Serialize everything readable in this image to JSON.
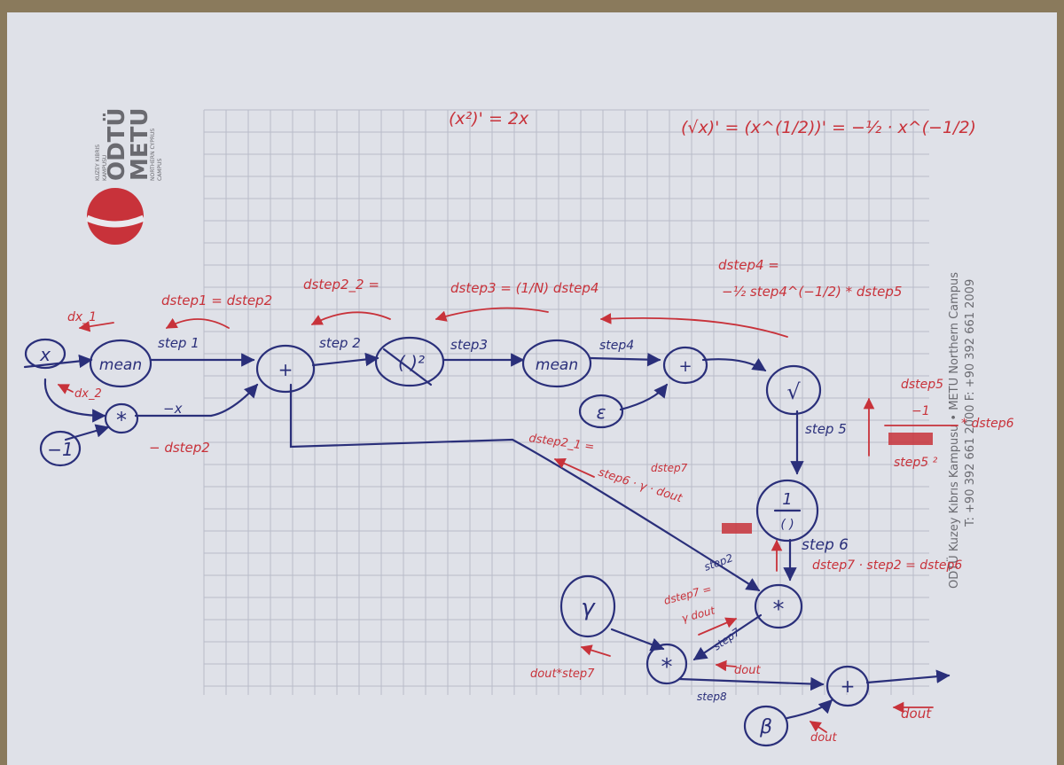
{
  "logo": {
    "odtu": "ODTÜ",
    "metu": "METU",
    "small_tr_1": "KUZEY KIBRIS",
    "small_tr_2": "KAMPUSU",
    "small_en_1": "NORTHERN CYPRUS",
    "small_en_2": "CAMPUS"
  },
  "footer_print": {
    "line1": "ODTÜ Kuzey Kıbrıs Kampusu • METU Northern Campus",
    "line2": "T: +90 392 661 2000  F: +90 392 661 2009"
  },
  "nodes": {
    "x": "x",
    "mean1": "mean",
    "neg1": "−1",
    "mult1": "*",
    "plus1": "+",
    "square": "( )²",
    "mean2": "mean",
    "eps": "ε",
    "plus2": "+",
    "sqrt": "√",
    "inv_num": "1",
    "inv_den": "( )",
    "gamma": "γ",
    "mult2": "*",
    "mult3": "*",
    "beta": "β",
    "plus3": "+"
  },
  "edge_labels": {
    "step1": "step 1",
    "step2": "step 2",
    "step3": "step3",
    "step4": "step4",
    "step5": "step 5",
    "step6": "step 6",
    "step7": "step7",
    "step8": "step8",
    "step2b": "step2",
    "negx": "−x"
  },
  "annotations": {
    "derivative_sq": "(x²)' = 2x",
    "derivative_sqrt": "(√x)' = (x^(1/2))' = −½ · x^(−1/2)",
    "dx1": "dx_1",
    "dx2": "dx_2",
    "dstep1": "dstep1 = dstep2",
    "dstep2_2": "dstep2_2 =",
    "dstep3": "dstep3 = (1/N) dstep4",
    "dstep4_a": "dstep4 =",
    "dstep4_b": "−½ step4^(−1/2) * dstep5",
    "neg_dstep2": "− dstep2",
    "dstep2_1": "dstep2_1 =",
    "dstep2_1_b": "step6 · γ · dout",
    "dstep7_lbl": "dstep7",
    "dstep5_top": "dstep5",
    "dstep5_frac_num": "−1",
    "dstep5_frac_den": "step5 ²",
    "dstep6_side": "* dstep6",
    "dstep6_eq": "dstep7 · step2 = dstep6",
    "dstep7_eq_1": "dstep7 =",
    "dstep7_eq_2": "γ dout",
    "dout_step7": "dout*step7",
    "dout1": "dout",
    "dout2": "dout",
    "dout3": "dout"
  },
  "colors": {
    "ink_blue": "#2a2f7a",
    "ink_red": "#c8323a",
    "paper": "#dfe1e8",
    "grid": "#b9bcc9",
    "logo_red": "#c8323a"
  }
}
